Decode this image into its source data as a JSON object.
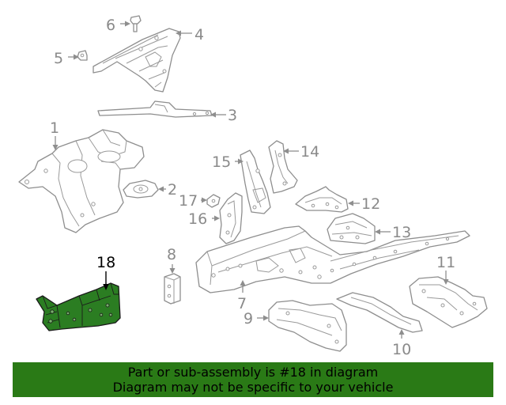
{
  "diagram": {
    "labels": {
      "p1": "1",
      "p2": "2",
      "p3": "3",
      "p4": "4",
      "p5": "5",
      "p6": "6",
      "p7": "7",
      "p8": "8",
      "p9": "9",
      "p10": "10",
      "p11": "11",
      "p12": "12",
      "p13": "13",
      "p14": "14",
      "p15": "15",
      "p16": "16",
      "p17": "17",
      "p18": "18"
    },
    "highlighted_part": "18",
    "highlight_color": "#2a7a16",
    "line_color": "#8e8e8e"
  },
  "banner": {
    "line1": "Part or sub-assembly is #18 in diagram",
    "line2": "Diagram may not be specific to your vehicle",
    "background": "#2a7a16"
  }
}
